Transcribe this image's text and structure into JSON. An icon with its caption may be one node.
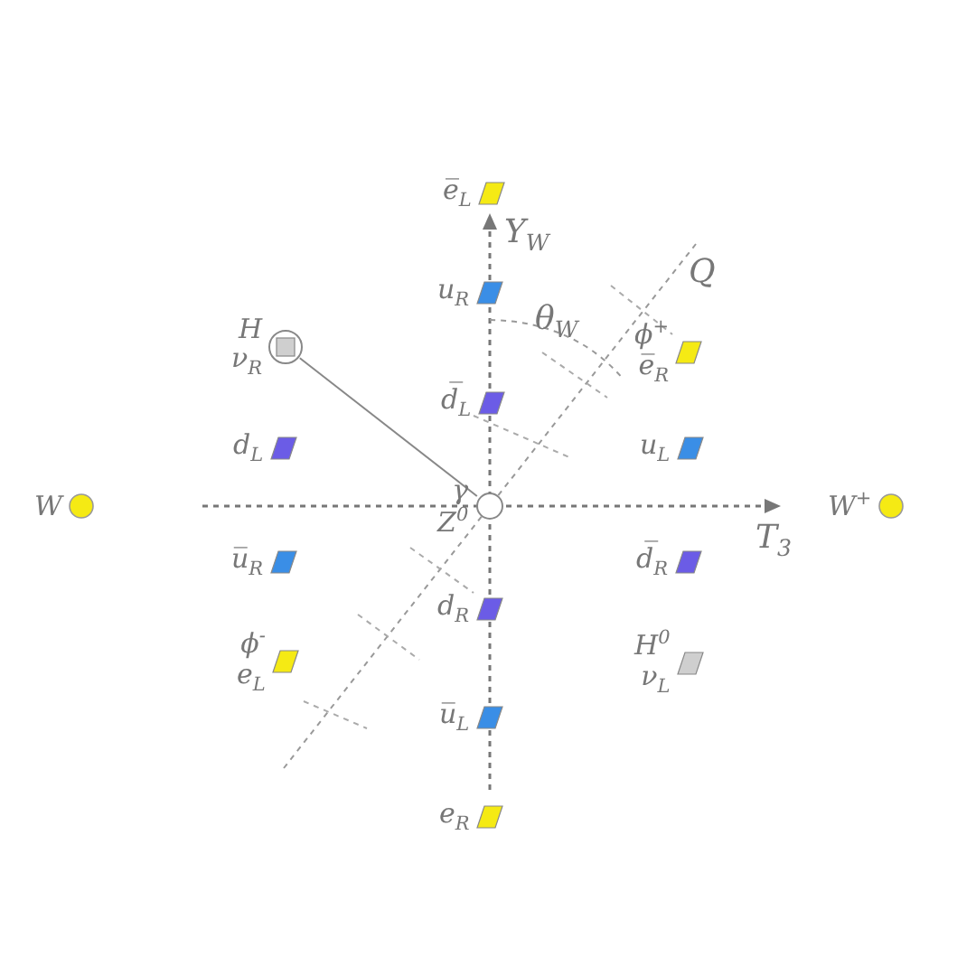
{
  "diagram": {
    "nodes": [
      {
        "text": [
          "e̅$_{L}$"
        ]
      },
      {
        "text": [
          "u$_{R}$"
        ]
      },
      {
        "text": [
          "H",
          "ν$_{R}$"
        ]
      },
      {
        "text": [
          "ϕ$^{+}$",
          "e̅$_{R}$"
        ]
      },
      {
        "text": [
          "d̅$_{L}$"
        ]
      },
      {
        "text": [
          "d$_{L}$"
        ]
      },
      {
        "text": [
          "u$_{L}$"
        ]
      },
      {
        "text": [
          "W"
        ]
      },
      {
        "text": [
          "γ",
          "Z$^{0}$"
        ]
      },
      {
        "text": [
          "W$^{+}$"
        ]
      },
      {
        "text": [
          "u̅$_{R}$"
        ]
      },
      {
        "text": [
          "d̅$_{R}$"
        ]
      },
      {
        "text": [
          "d$_{R}$"
        ]
      },
      {
        "text": [
          "ϕ$^{-}$",
          "e$_{L}$"
        ]
      },
      {
        "text": [
          "H$^{0}$",
          "ν$_{L}$"
        ]
      },
      {
        "text": [
          "u̅$_{L}$"
        ]
      },
      {
        "text": [
          "e$_{R}$"
        ]
      }
    ],
    "edges": [
      {
        "from": 2,
        "to": 8,
        "arrow": "none"
      }
    ],
    "labels": [
      "Y$_{W}$",
      "Q",
      "θ$_{W}$",
      "T$_{3}$"
    ]
  }
}
